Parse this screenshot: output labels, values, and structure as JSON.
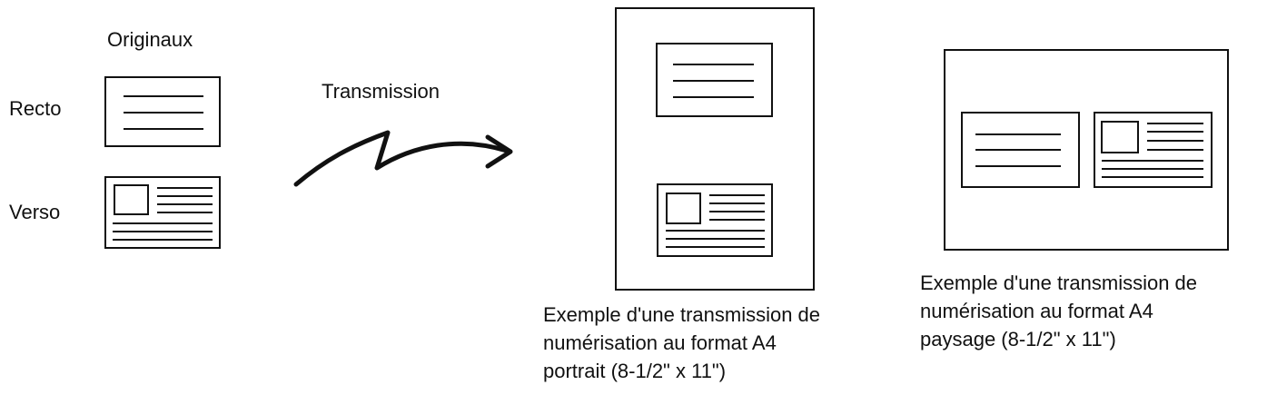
{
  "originals": {
    "heading": "Originaux",
    "front_label": "Recto",
    "back_label": "Verso"
  },
  "transmission": {
    "label": "Transmission",
    "arrow_icon": "lightning-arrow-icon"
  },
  "portrait_example": {
    "lines": [
      "Exemple d'une transmission de",
      "numérisation au format A4",
      "portrait (8-1/2\" x 11\")"
    ]
  },
  "landscape_example": {
    "lines": [
      "Exemple d'une transmission de",
      "numérisation au format A4",
      "paysage (8-1/2\" x 11\")"
    ]
  },
  "colors": {
    "line": "#111111",
    "background": "#ffffff"
  }
}
